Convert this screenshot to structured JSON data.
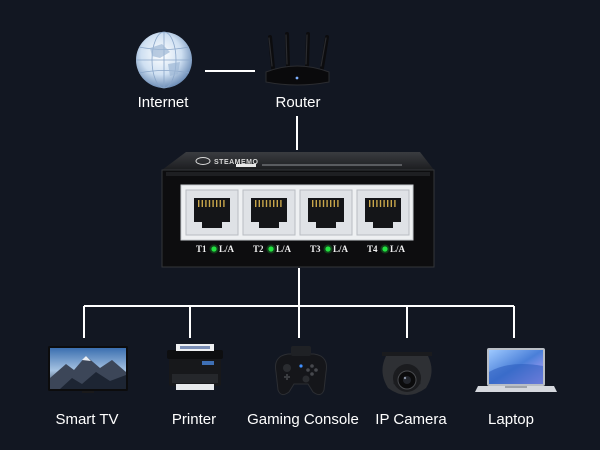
{
  "top": {
    "internet_label": "Internet",
    "router_label": "Router"
  },
  "switch": {
    "brand": "STEAMEMO",
    "ports": [
      {
        "label": "T1",
        "indicator": "L/A"
      },
      {
        "label": "T2",
        "indicator": "L/A"
      },
      {
        "label": "T3",
        "indicator": "L/A"
      },
      {
        "label": "T4",
        "indicator": "L/A"
      }
    ],
    "led_color": "#22e040"
  },
  "devices": [
    {
      "name": "smart-tv",
      "label": "Smart TV"
    },
    {
      "name": "printer",
      "label": "Printer"
    },
    {
      "name": "gaming-console",
      "label": "Gaming Console"
    },
    {
      "name": "ip-camera",
      "label": "IP Camera"
    },
    {
      "name": "laptop",
      "label": "Laptop"
    }
  ],
  "colors": {
    "background": "#121722",
    "line": "#ffffff",
    "text": "#ffffff"
  }
}
